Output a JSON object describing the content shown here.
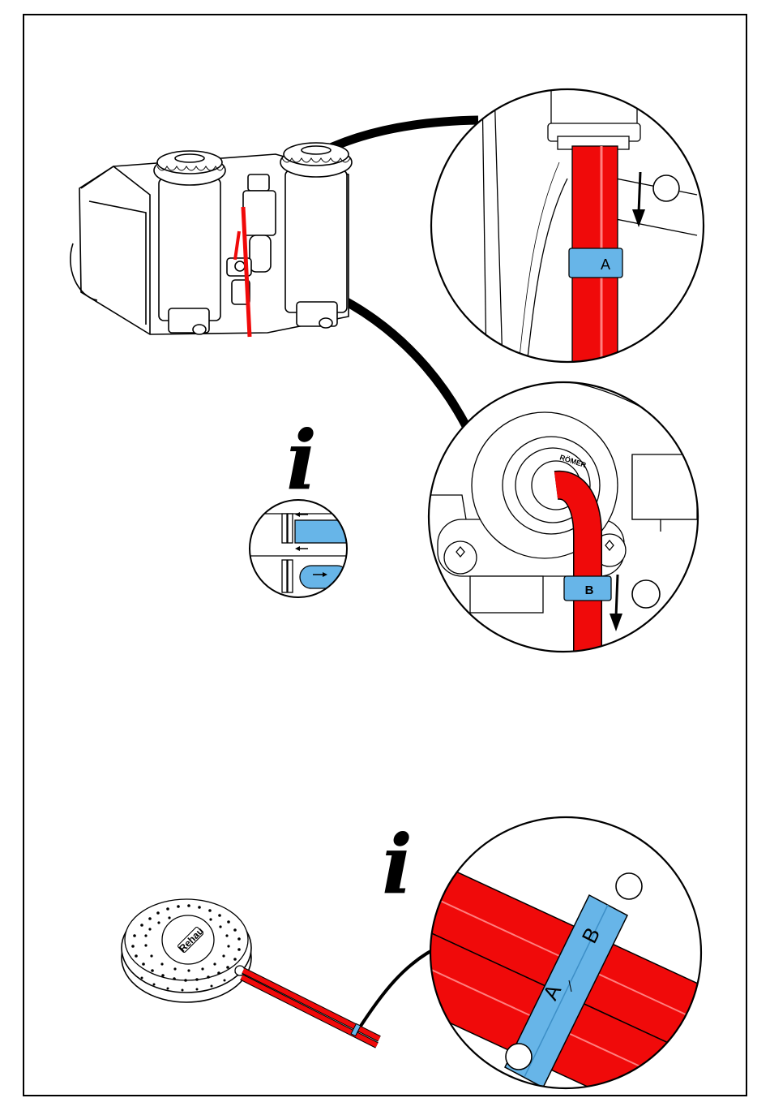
{
  "labels": {
    "clip_top": "A",
    "clip_middle": "B",
    "brand_fitting": "RÖMER",
    "brand_cap": "Rehau",
    "clip_bottom_a": "A",
    "clip_bottom_b": "B",
    "info_symbol_1": "i",
    "info_symbol_2": "i"
  },
  "colors": {
    "hose": "#f00a0a",
    "clip": "#67b5e8",
    "line": "#000000",
    "background": "#ffffff"
  },
  "icons": [
    "info-icon",
    "arrow-down-icon",
    "circle-marker-icon",
    "filter-assembly",
    "filter-cap"
  ]
}
